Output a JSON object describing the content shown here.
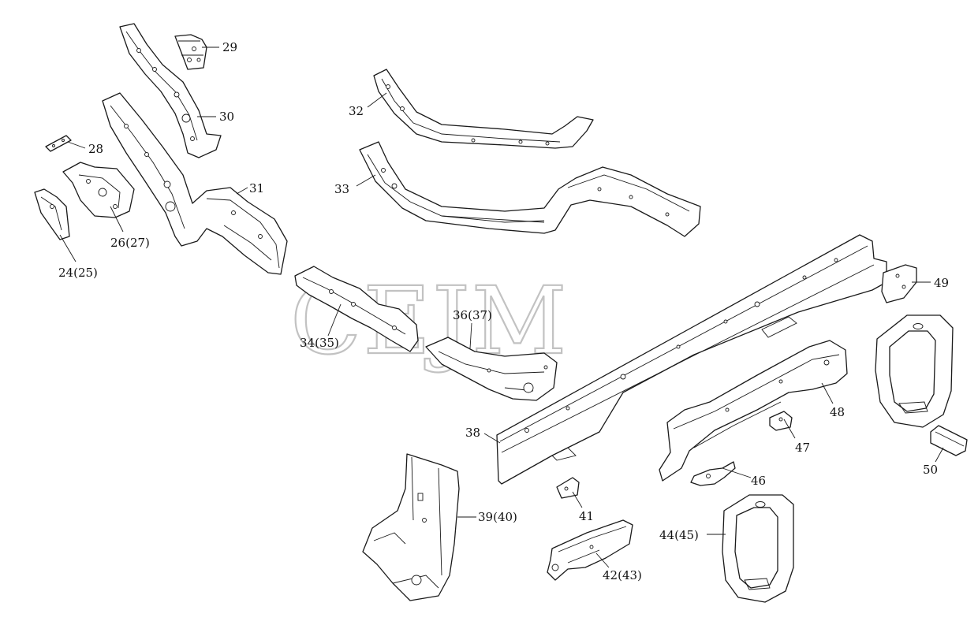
{
  "watermark": "CEJM",
  "callouts": [
    {
      "id": "c29",
      "text": "29"
    },
    {
      "id": "c30",
      "text": "30"
    },
    {
      "id": "c28",
      "text": "28"
    },
    {
      "id": "c31",
      "text": "31"
    },
    {
      "id": "c26",
      "text": "26(27)"
    },
    {
      "id": "c24",
      "text": "24(25)"
    },
    {
      "id": "c32",
      "text": "32"
    },
    {
      "id": "c33",
      "text": "33"
    },
    {
      "id": "c34",
      "text": "34(35)"
    },
    {
      "id": "c36",
      "text": "36(37)"
    },
    {
      "id": "c38",
      "text": "38"
    },
    {
      "id": "c39",
      "text": "39(40)"
    },
    {
      "id": "c41",
      "text": "41"
    },
    {
      "id": "c42",
      "text": "42(43)"
    },
    {
      "id": "c44",
      "text": "44(45)"
    },
    {
      "id": "c46",
      "text": "46"
    },
    {
      "id": "c47",
      "text": "47"
    },
    {
      "id": "c48",
      "text": "48"
    },
    {
      "id": "c49",
      "text": "49"
    },
    {
      "id": "c50",
      "text": "50"
    }
  ]
}
